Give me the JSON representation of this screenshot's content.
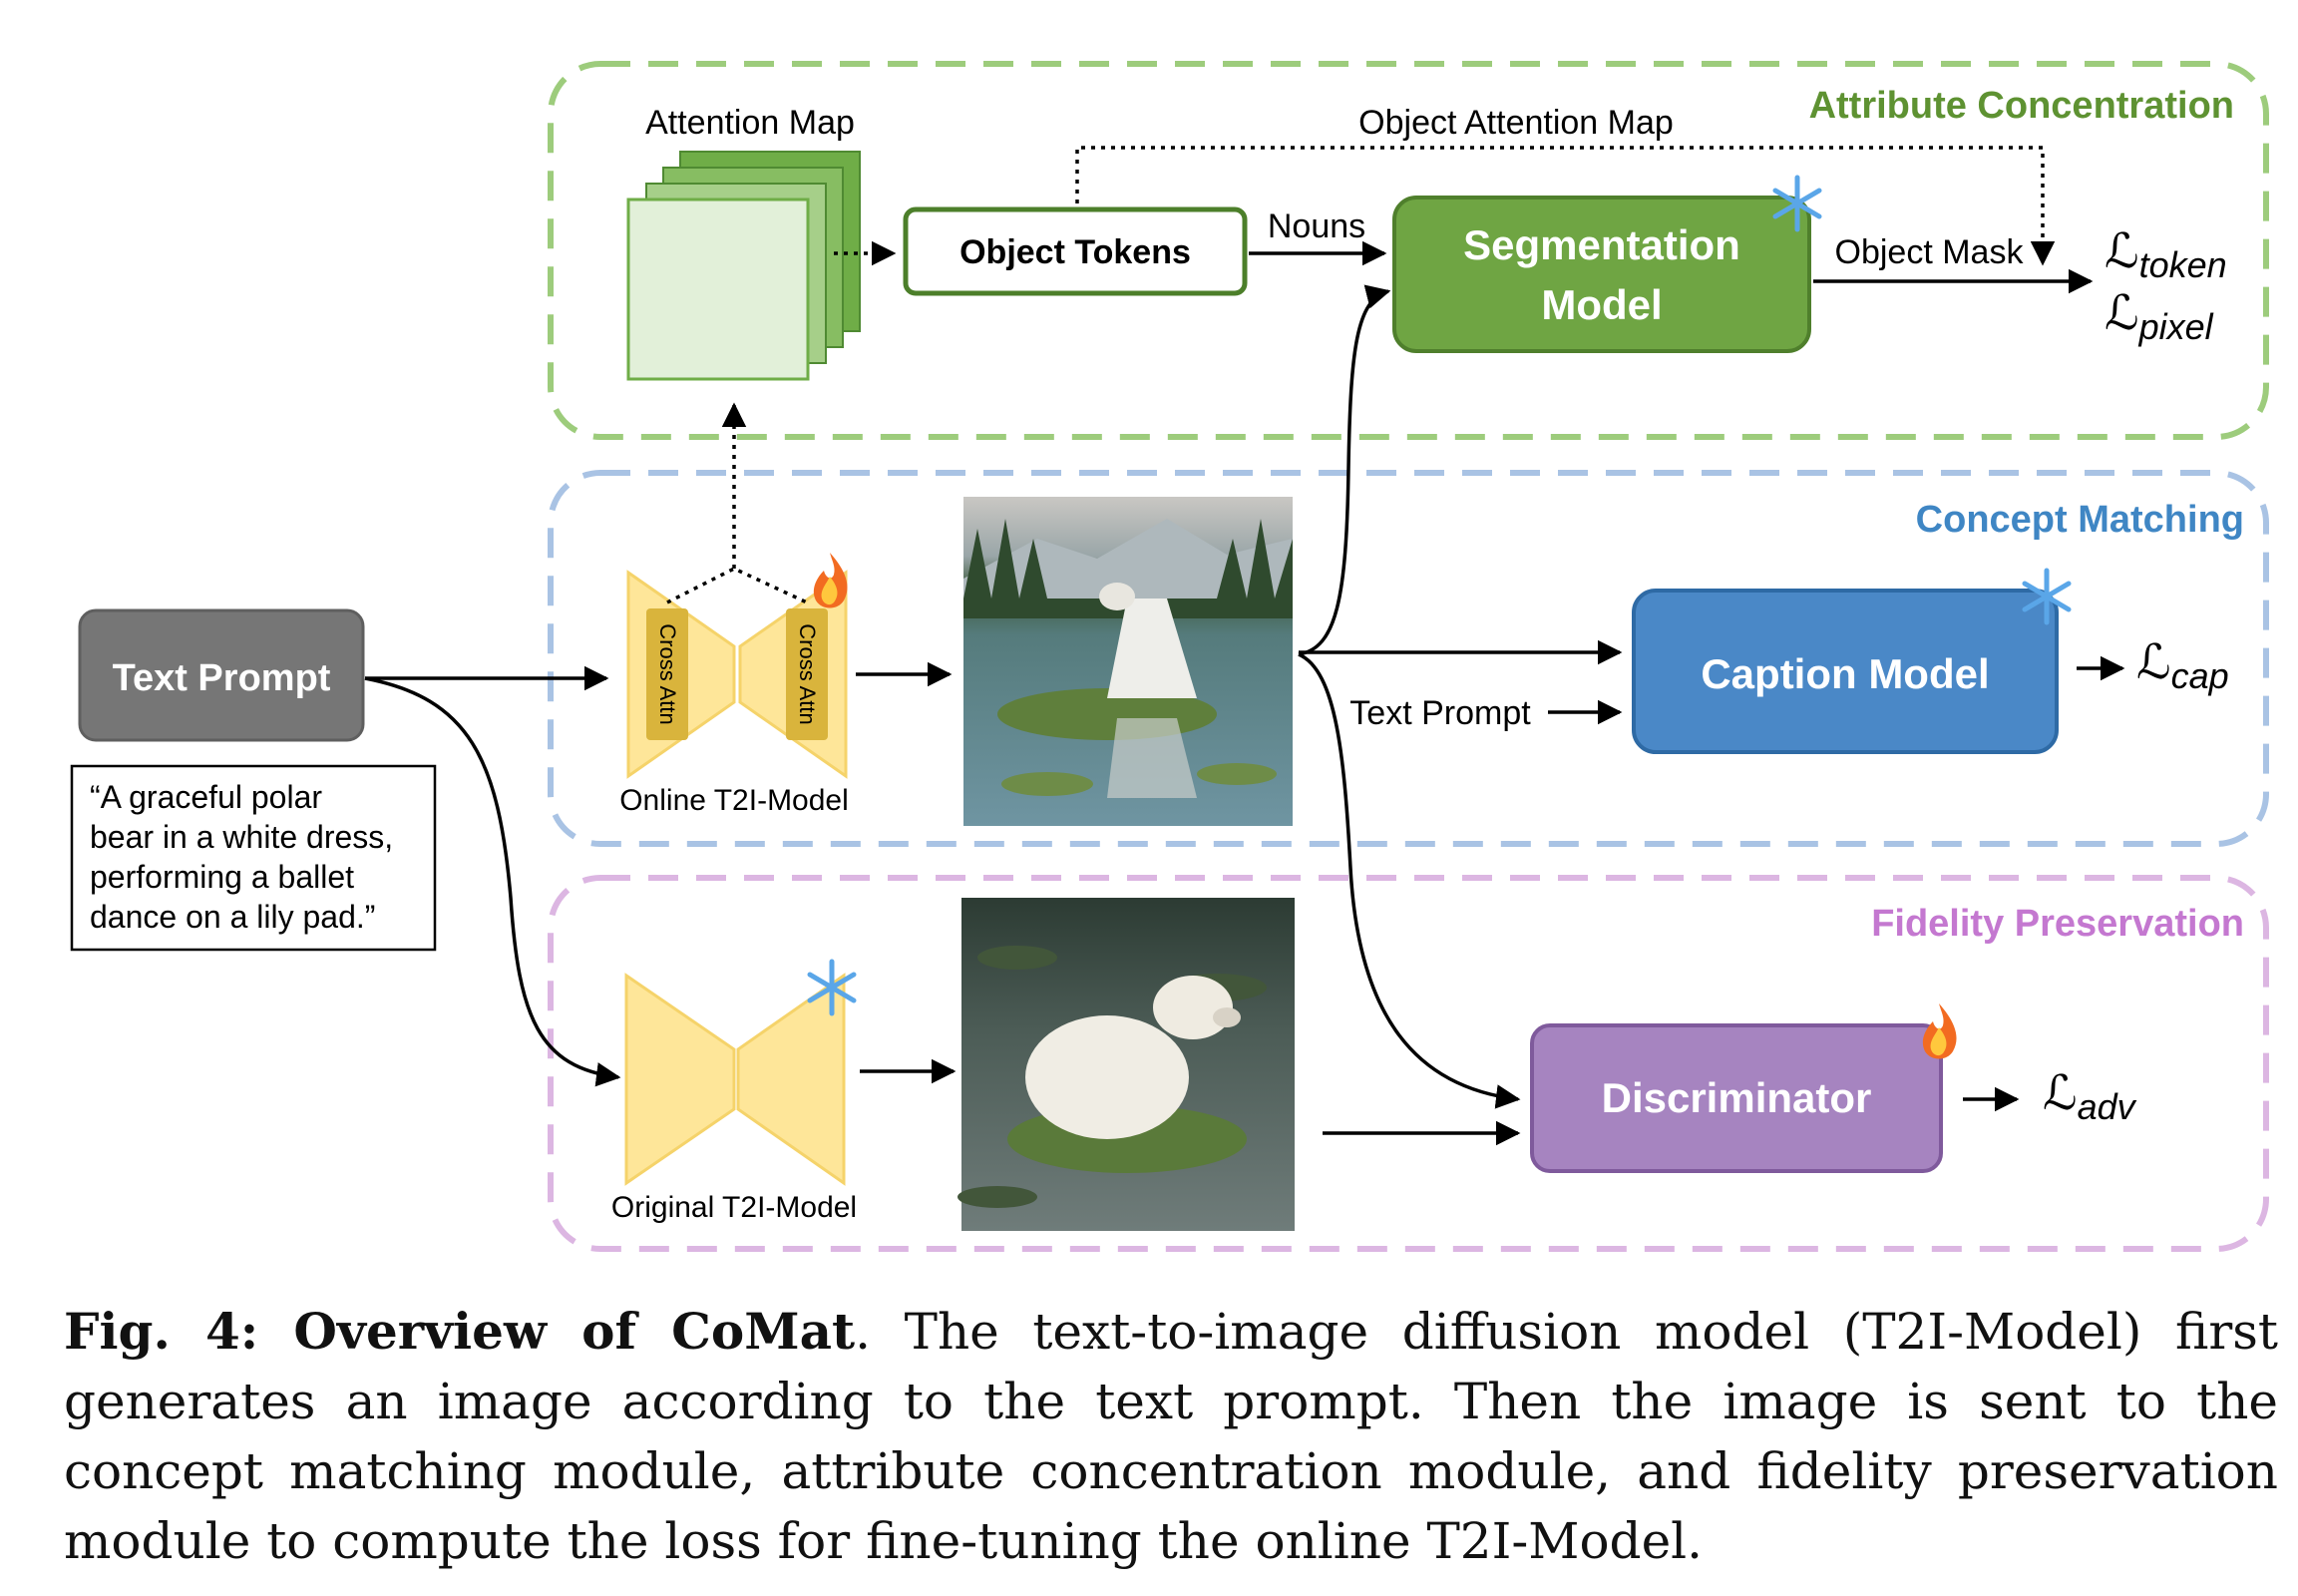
{
  "modules": {
    "attribute": {
      "title": "Attribute Concentration",
      "color": "#5e9232",
      "border": "#9dcc7c"
    },
    "concept": {
      "title": "Concept Matching",
      "color": "#3f86c4",
      "border": "#a9c3e4"
    },
    "fidelity": {
      "title": "Fidelity Preservation",
      "color": "#c478d0",
      "border": "#dcb6e2"
    }
  },
  "nodes": {
    "text_prompt": "Text Prompt",
    "prompt_note": [
      "“A graceful polar",
      "bear in a white dress,",
      "performing a ballet",
      "dance on a lily pad.”"
    ],
    "attention_map": "Attention Map",
    "object_tokens": "Object Tokens",
    "segmentation_model": [
      "Segmentation",
      "Model"
    ],
    "caption_model": "Caption Model",
    "discriminator": "Discriminator",
    "online_model": "Online T2I-Model",
    "original_model": "Original T2I-Model",
    "cross_attn": "Cross Attn"
  },
  "edge_labels": {
    "object_attention_map": "Object Attention Map",
    "nouns": "Nouns",
    "object_mask": "Object Mask",
    "text_prompt_input": "Text Prompt"
  },
  "losses": {
    "token": {
      "sym": "ℒ",
      "sub": "token"
    },
    "pixel": {
      "sym": "ℒ",
      "sub": "pixel"
    },
    "cap": {
      "sym": "ℒ",
      "sub": "cap"
    },
    "adv": {
      "sym": "ℒ",
      "sub": "adv"
    }
  },
  "icons": {
    "frozen": "snowflake-icon",
    "trainable": "fire-icon"
  },
  "colors": {
    "gray_box": "#767676",
    "green_box": "#6fa543",
    "blue_box": "#4a88c7",
    "purple_box": "#a684c0",
    "unet_fill": "#fee699",
    "unet_stroke": "#f5d36a",
    "attn_green": "#6fad47",
    "attn_front": "#e2f0d9"
  },
  "caption": {
    "label": "Fig. 4: Overview of CoMat",
    "text": ". The text-to-image diffusion model (T2I-Model) first generates an image according to the text prompt. Then the image is sent to the concept matching module, attribute concentration module, and fidelity preservation module to compute the loss for fine-tuning the online T2I-Model."
  }
}
